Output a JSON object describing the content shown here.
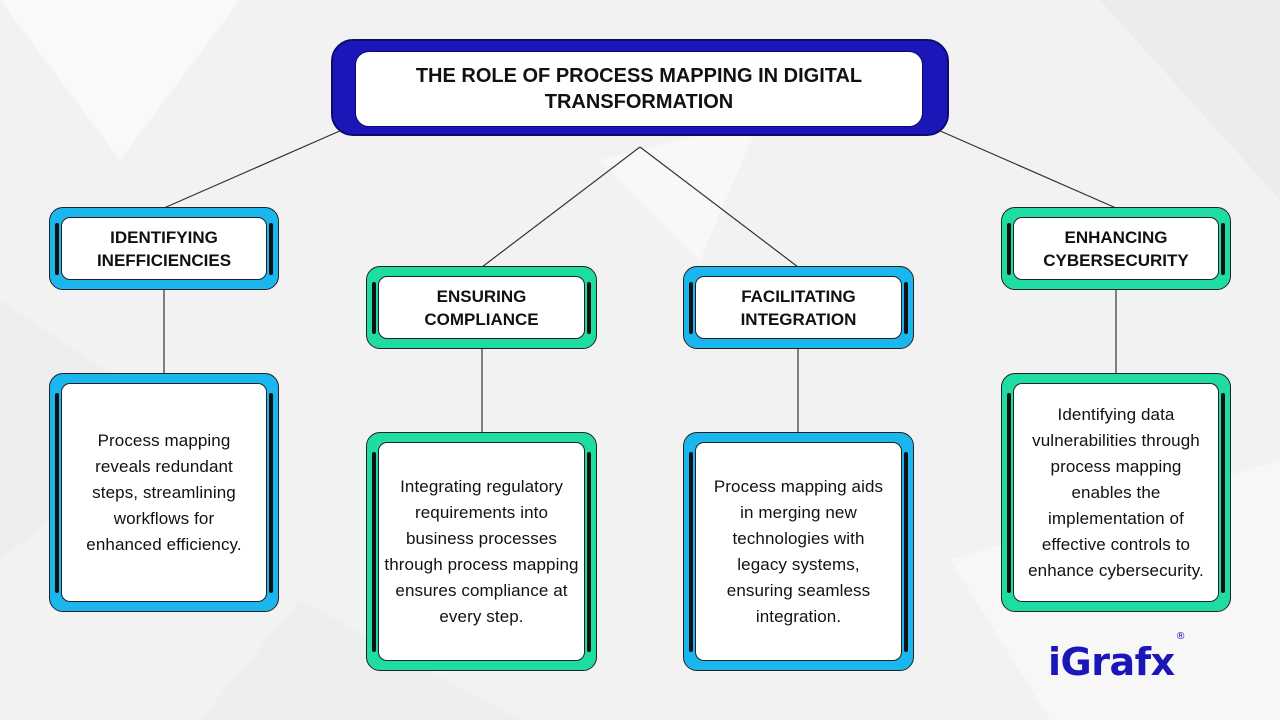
{
  "title": "THE ROLE OF PROCESS MAPPING IN DIGITAL TRANSFORMATION",
  "colors": {
    "title_border": "#1a16b8",
    "blue_box": "#1cb6ee",
    "green_box": "#1fdca3",
    "background": "#f2f2f3"
  },
  "nodes": [
    {
      "heading": "IDENTIFYING INEFFICIENCIES",
      "description": "Process mapping reveals redundant steps, streamlining workflows for enhanced efficiency.",
      "color": "blue"
    },
    {
      "heading": "ENSURING COMPLIANCE",
      "description": "Integrating regulatory requirements into business processes through process mapping ensures compliance at every step.",
      "color": "green"
    },
    {
      "heading": "FACILITATING INTEGRATION",
      "description": "Process mapping aids in merging new technologies with legacy systems, ensuring seamless integration.",
      "color": "blue"
    },
    {
      "heading": "ENHANCING CYBERSECURITY",
      "description": "Identifying data vulnerabilities through process mapping enables the implementation of effective controls to enhance cybersecurity.",
      "color": "green"
    }
  ],
  "logo": {
    "text": "iGrafx",
    "mark": "®",
    "icon": "igrafx-logo"
  }
}
